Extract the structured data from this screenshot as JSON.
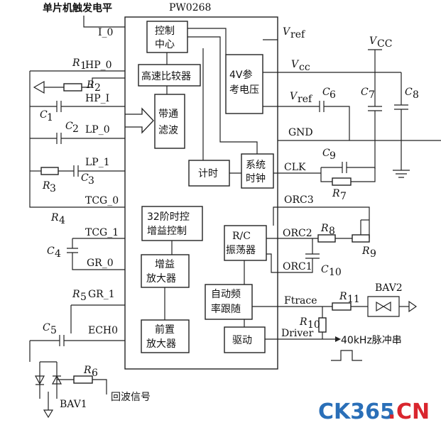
{
  "title": "单片机触发电平",
  "chip": "PW0268",
  "blocks": {
    "control_center": [
      "控制",
      "中心"
    ],
    "high_speed_comparator": "高速比较器",
    "bandpass_filter": [
      "带通",
      "滤波"
    ],
    "timer": "计时",
    "system_clock": [
      "系统",
      "时钟"
    ],
    "reference_voltage": [
      "4V参",
      "考电压"
    ],
    "gain_control_32": [
      "32阶时控",
      "增益控制"
    ],
    "rc_oscillator": [
      "R/C",
      "振荡器"
    ],
    "gain_amplifier": [
      "增益",
      "放大器"
    ],
    "pre_amplifier": [
      "前置",
      "放大器"
    ],
    "auto_freq_tracking": [
      "自动频",
      "率跟随"
    ],
    "driver": "驱动"
  },
  "pins": {
    "i0": "I_0",
    "hp0": "HP_0",
    "hp1": "HP_I",
    "lp0": "LP_0",
    "lp1": "LP_1",
    "tcg0": "TCG_0",
    "tcg1": "TCG_1",
    "gr0": "GR_0",
    "gr1": "GR_1",
    "ech0": "ECH0",
    "vref1": "V",
    "vref1_sub": "ref",
    "vcc1": "V",
    "vcc1_sub": "cc",
    "vref2": "V",
    "vref2_sub": "ref",
    "gnd": "GND",
    "clk": "CLK",
    "orc3": "ORC3",
    "orc2": "ORC2",
    "orc1": "ORC1",
    "ftrace": "Ftrace",
    "driver": "Driver"
  },
  "components": {
    "r1": "R",
    "r1_sub": "1",
    "r2": "R",
    "r2_sub": "2",
    "r3": "R",
    "r3_sub": "3",
    "r4": "R",
    "r4_sub": "4",
    "r5": "R",
    "r5_sub": "5",
    "r6": "R",
    "r6_sub": "6",
    "r7": "R",
    "r7_sub": "7",
    "r8": "R",
    "r8_sub": "8",
    "r9": "R",
    "r9_sub": "9",
    "r10": "R",
    "r10_sub": "10",
    "r11": "R",
    "r11_sub": "11",
    "c1": "C",
    "c1_sub": "1",
    "c2": "C",
    "c2_sub": "2",
    "c3": "C",
    "c3_sub": "3",
    "c4": "C",
    "c4_sub": "4",
    "c5": "C",
    "c5_sub": "5",
    "c6": "C",
    "c6_sub": "6",
    "c7": "C",
    "c7_sub": "7",
    "c8": "C",
    "c8_sub": "8",
    "c9": "C",
    "c9_sub": "9",
    "c10": "C",
    "c10_sub": "10",
    "vcc_top": "V",
    "vcc_top_sub": "CC",
    "bav1": "BAV1",
    "bav2": "BAV2"
  },
  "labels": {
    "echo_signal": "回波信号",
    "pulse_train": "40kHz脉冲串"
  },
  "watermark": {
    "left": "CK365",
    "dot": ".",
    "right": "CN",
    "color_left": "#2a6fb8",
    "color_right": "#d9262e"
  }
}
